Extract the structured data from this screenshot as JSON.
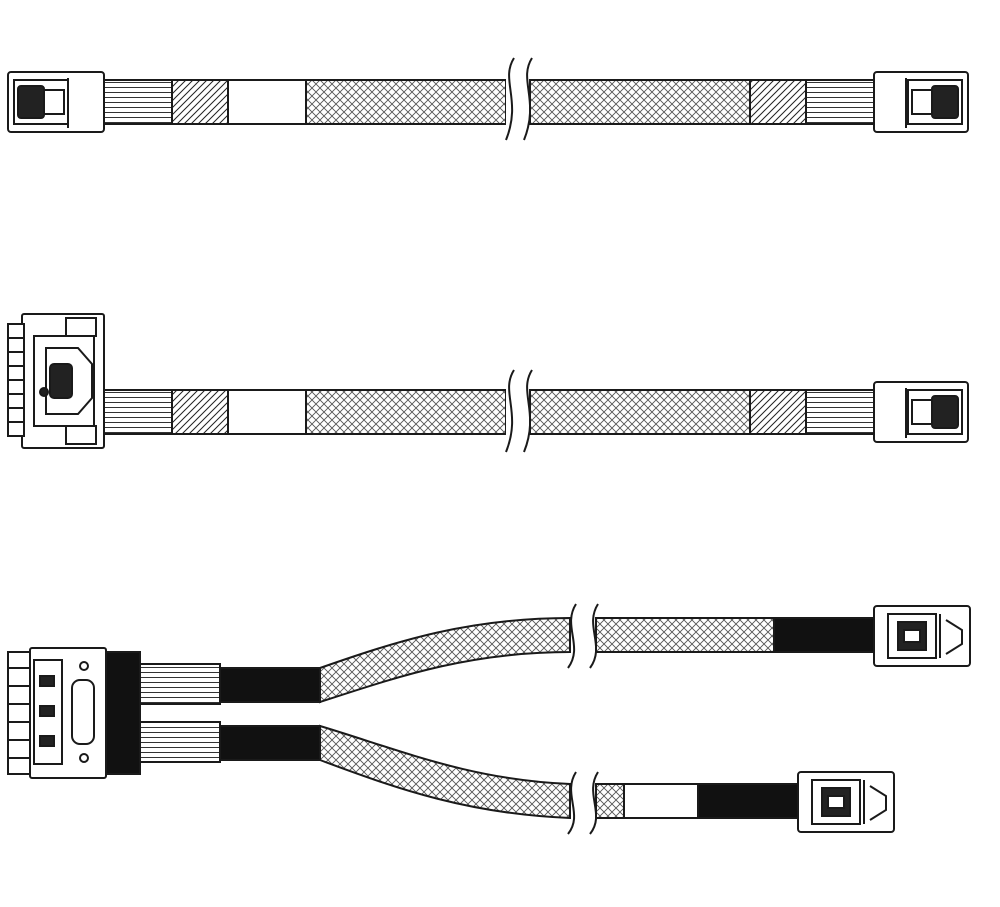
{
  "figure": {
    "cables": [
      {
        "name": "straight-cable",
        "left_connector": "mini-sas-hd",
        "right_connector": "mini-sas-hd"
      },
      {
        "name": "right-angle-cable",
        "left_connector": "right-angle-backplane",
        "right_connector": "mini-sas-hd"
      },
      {
        "name": "y-splitter-cable",
        "left_connector": "dual-port-header",
        "right_connectors": [
          "mini-sas-hd",
          "mini-sas-hd"
        ]
      }
    ],
    "colors": {
      "stroke": "#1a1a1a",
      "fill": "#ffffff",
      "band": "#111111",
      "mesh": "#555555"
    }
  }
}
